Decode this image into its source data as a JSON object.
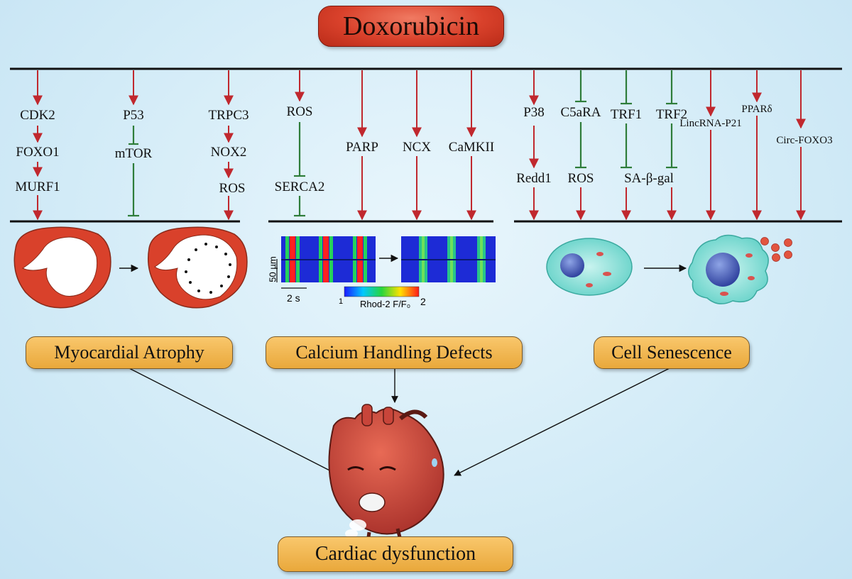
{
  "title": "Doxorubicin",
  "pathways": {
    "atrophy": [
      "CDK2",
      "FOXO1",
      "MURF1",
      "P53",
      "mTOR",
      "TRPC3",
      "NOX2",
      "ROS"
    ],
    "calcium": [
      "ROS",
      "SERCA2",
      "PARP",
      "NCX",
      "CaMKII"
    ],
    "senescence": [
      "P38",
      "Redd1",
      "C5aRA",
      "ROS",
      "TRF1",
      "TRF2",
      "SA-β-gal",
      "LincRNA-P21",
      "PPARδ",
      "Circ-FOXO3"
    ]
  },
  "calcium_image": {
    "scale_vertical": "50 µm",
    "scale_horizontal": "2 s",
    "colorbar_min": "1",
    "colorbar_max": "2",
    "colorbar_label": "Rhod-2 F/F₀"
  },
  "outcomes": {
    "atrophy": "Myocardial Atrophy",
    "calcium": "Calcium Handling Defects",
    "senescence": "Cell Senescence"
  },
  "final": "Cardiac dysfunction",
  "colors": {
    "activation_arrow": "#c0282e",
    "inhibition_line": "#2e7d3a",
    "title_red": "#d9412b",
    "outcome_orange": "#f0b24a"
  }
}
